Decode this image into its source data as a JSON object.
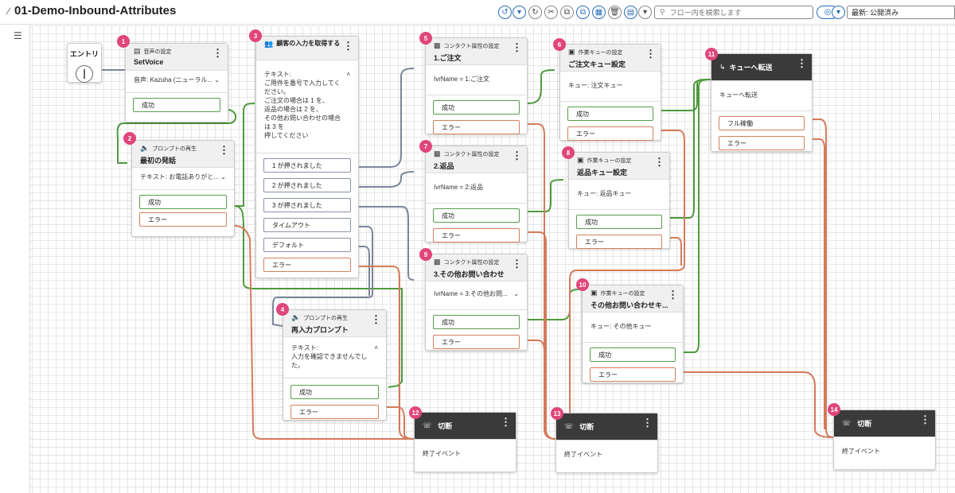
{
  "header": {
    "title": "01-Demo-Inbound-Attributes",
    "search_placeholder": "フロー内を検索します",
    "status": "最新: 公開済み"
  },
  "toolbar_icons": [
    "undo-icon",
    "dropdown-icon",
    "redo-icon",
    "cut-icon",
    "copy-icon",
    "duplicate-icon",
    "layout-icon",
    "delete-icon",
    "notes-icon",
    "dropdown-icon",
    "target-icon",
    "dropdown-icon"
  ],
  "colors": {
    "success_wire": "#4e9a3e",
    "error_wire": "#d47a5a",
    "option_wire": "#7b8598",
    "badge": "#e0457b",
    "dark_header": "#3a3a3a"
  },
  "entry": {
    "label": "エントリ"
  },
  "blocks": {
    "b1": {
      "num": "1",
      "type": "音声の設定",
      "name": "SetVoice",
      "body": "音声: Kazuha (ニューラル...",
      "outs": [
        "成功"
      ]
    },
    "b2": {
      "num": "2",
      "type": "プロンプトの再生",
      "name": "最初の発話",
      "body": "テキスト: お電話ありがと...",
      "outs": [
        "成功",
        "エラー"
      ]
    },
    "b3": {
      "num": "3",
      "type": "顧客の入力を取得する",
      "text_label": "テキスト:",
      "text_lines": [
        "ご用件を番号で入力してく",
        "ださい。",
        "ご注文の場合は 1 を、",
        "返品の場合は 2 を、",
        "その他お問い合わせの場合",
        "は 3 を",
        "押してください"
      ],
      "outs": [
        "1 が押されました",
        "2 が押されました",
        "3 が押されました",
        "タイムアウト",
        "デフォルト",
        "エラー"
      ]
    },
    "b4": {
      "num": "4",
      "type": "プロンプトの再生",
      "name": "再入力プロンプト",
      "text_label": "テキスト:",
      "text_lines": [
        "入力を確認できませんでし",
        "た。"
      ],
      "outs": [
        "成功",
        "エラー"
      ]
    },
    "b5": {
      "num": "5",
      "type": "コンタクト属性の設定",
      "name": "1.ご注文",
      "body": "IvrName = 1:ご注文",
      "outs": [
        "成功",
        "エラー"
      ]
    },
    "b6": {
      "num": "6",
      "type": "作業キューの設定",
      "name": "ご注文キュー設定",
      "body": "キュー: 注文キュー",
      "outs": [
        "成功",
        "エラー"
      ]
    },
    "b7": {
      "num": "7",
      "type": "コンタクト属性の設定",
      "name": "2.返品",
      "body": "IvrName = 2:返品",
      "outs": [
        "成功",
        "エラー"
      ]
    },
    "b8": {
      "num": "8",
      "type": "作業キューの設定",
      "name": "返品キュー設定",
      "body": "キュー: 返品キュー",
      "outs": [
        "成功",
        "エラー"
      ]
    },
    "b9": {
      "num": "9",
      "type": "コンタクト属性の設定",
      "name": "3.その他お問い合わせ",
      "body": "IvrName = 3:その他お問...",
      "outs": [
        "成功",
        "エラー"
      ]
    },
    "b10": {
      "num": "10",
      "type": "作業キューの設定",
      "name": "その他お問い合わせキ...",
      "body": "キュー: その他キュー",
      "outs": [
        "成功",
        "エラー"
      ]
    },
    "b11": {
      "num": "11",
      "name": "キューへ転送",
      "body": "キューへ転送",
      "outs": [
        "フル稼働",
        "エラー"
      ]
    },
    "b12": {
      "num": "12",
      "name": "切断",
      "body": "終了イベント"
    },
    "b13": {
      "num": "13",
      "name": "切断",
      "body": "終了イベント"
    },
    "b14": {
      "num": "14",
      "name": "切断",
      "body": "終了イベント"
    }
  }
}
